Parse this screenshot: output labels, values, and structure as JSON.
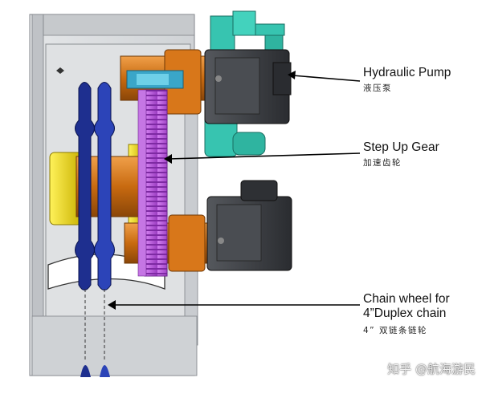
{
  "labels": {
    "hydraulic_pump": {
      "en": "Hydraulic Pump",
      "zh": "液压泵"
    },
    "step_up_gear": {
      "en": "Step Up Gear",
      "zh": "加速齿轮"
    },
    "chain_wheel": {
      "en_line1": "Chain wheel for",
      "en_line2": "4”Duplex chain",
      "zh": "4” 双链条链轮"
    }
  },
  "watermark": "知乎 @航海游民",
  "colors": {
    "frame_gray": "#d4d6d9",
    "frame_edge": "#7f8388",
    "sprocket_blue": "#1e2f8f",
    "gear_purple": "#b259d6",
    "orange": "#d8771a",
    "yellow": "#e6d21e",
    "teal": "#37c4b0",
    "pump_dark": "#3a3c40"
  }
}
